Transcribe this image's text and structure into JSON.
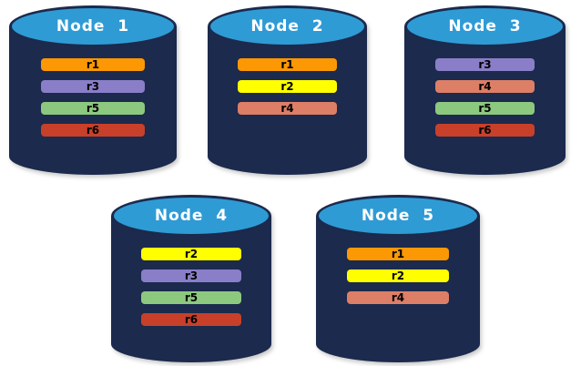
{
  "diagram": {
    "description": "Five database nodes with replica placement",
    "colors": {
      "cylinder_top": "#2F9BD5",
      "cylinder_body": "#1B2A4D",
      "title_text": "#FFFFFF",
      "bar_text": "#000000",
      "replica_r1": "#FB9803",
      "replica_r2": "#FFFF00",
      "replica_r3": "#8A7EC8",
      "replica_r4": "#DD7E66",
      "replica_r5": "#8DC87F",
      "replica_r6": "#C8402A"
    }
  },
  "nodes": [
    {
      "title": "Node  1",
      "replicas": [
        {
          "label": "r1",
          "color": "#FB9803"
        },
        {
          "label": "r3",
          "color": "#8A7EC8"
        },
        {
          "label": "r5",
          "color": "#8DC87F"
        },
        {
          "label": "r6",
          "color": "#C8402A"
        }
      ]
    },
    {
      "title": "Node  2",
      "replicas": [
        {
          "label": "r1",
          "color": "#FB9803"
        },
        {
          "label": "r2",
          "color": "#FFFF00"
        },
        {
          "label": "r4",
          "color": "#DD7E66"
        }
      ]
    },
    {
      "title": "Node  3",
      "replicas": [
        {
          "label": "r3",
          "color": "#8A7EC8"
        },
        {
          "label": "r4",
          "color": "#DD7E66"
        },
        {
          "label": "r5",
          "color": "#8DC87F"
        },
        {
          "label": "r6",
          "color": "#C8402A"
        }
      ]
    },
    {
      "title": "Node  4",
      "replicas": [
        {
          "label": "r2",
          "color": "#FFFF00"
        },
        {
          "label": "r3",
          "color": "#8A7EC8"
        },
        {
          "label": "r5",
          "color": "#8DC87F"
        },
        {
          "label": "r6",
          "color": "#C8402A"
        }
      ]
    },
    {
      "title": "Node  5",
      "replicas": [
        {
          "label": "r1",
          "color": "#FB9803"
        },
        {
          "label": "r2",
          "color": "#FFFF00"
        },
        {
          "label": "r4",
          "color": "#DD7E66"
        }
      ]
    }
  ]
}
